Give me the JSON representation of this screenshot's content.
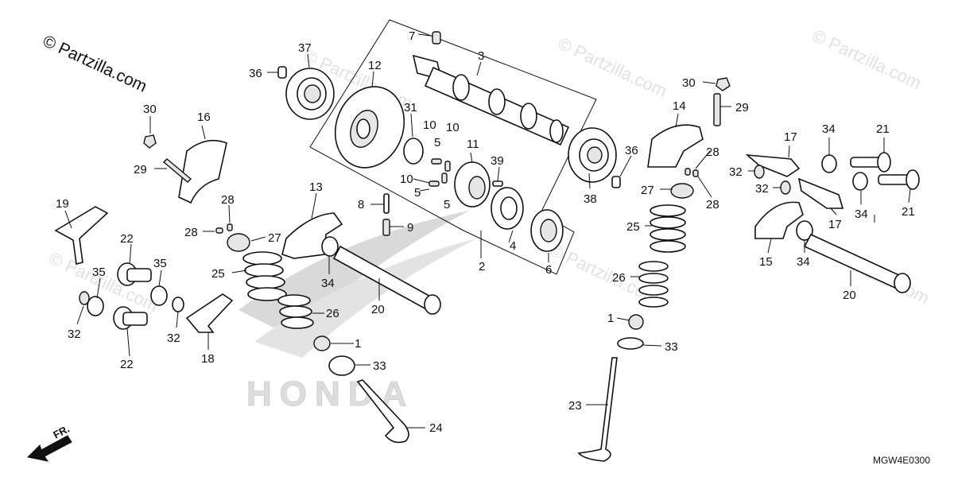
{
  "copyright": "© Partzilla.com",
  "watermark": "© Partzilla.com",
  "brand": "HONDA",
  "diagram_code": "MGW4E0300",
  "front_indicator": "FR.",
  "callouts": [
    "1",
    "2",
    "3",
    "4",
    "5",
    "6",
    "7",
    "8",
    "9",
    "10",
    "11",
    "12",
    "13",
    "14",
    "15",
    "16",
    "17",
    "18",
    "19",
    "20",
    "21",
    "22",
    "23",
    "24",
    "25",
    "26",
    "27",
    "28",
    "29",
    "30",
    "31",
    "32",
    "33",
    "34",
    "35",
    "36",
    "37",
    "38",
    "39"
  ]
}
